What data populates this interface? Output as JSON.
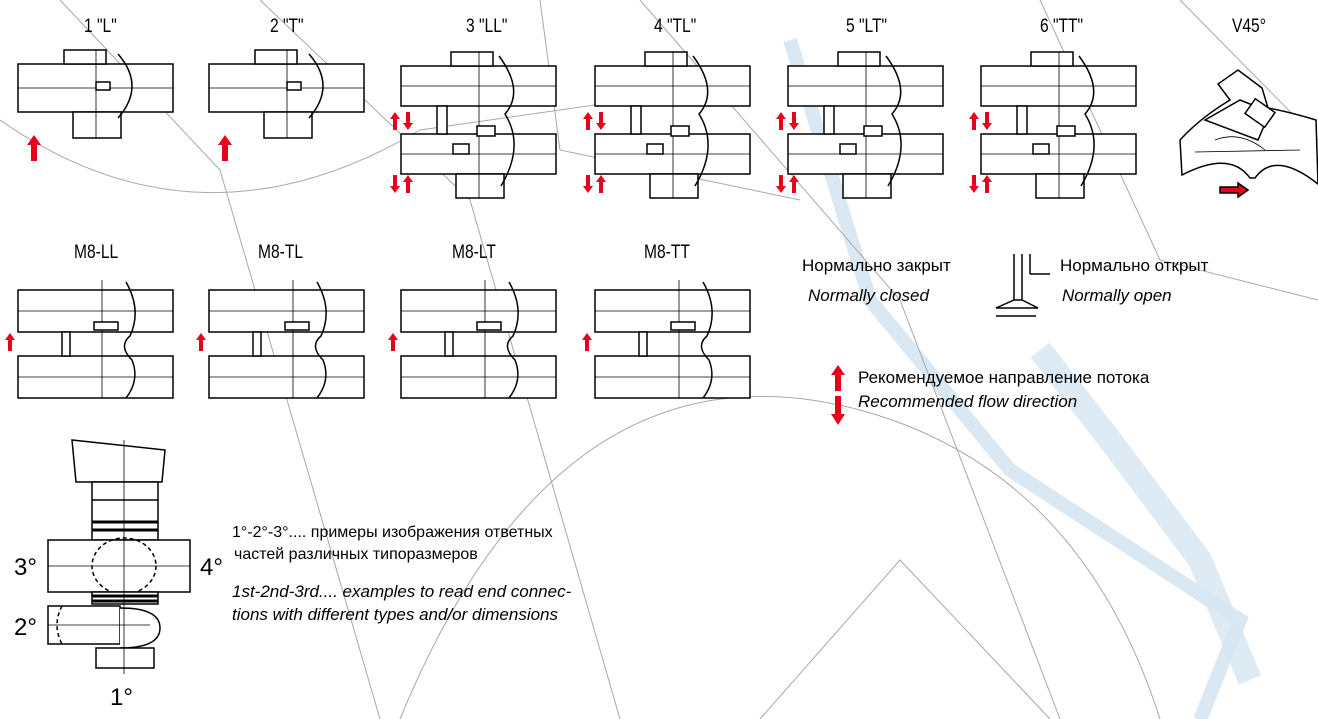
{
  "types_row1": [
    "1 \"L\"",
    "2 \"T\"",
    "3 \"LL\"",
    "4 \"TL\"",
    "5 \"LT\"",
    "6 \"TT\"",
    "V45°"
  ],
  "types_row2": [
    "M8-LL",
    "M8-TL",
    "M8-LT",
    "M8-TT"
  ],
  "legend": {
    "closed_ru": "Нормально закрыт",
    "closed_en": "Normally closed",
    "open_ru": "Нормально открыт",
    "open_en": "Normally open",
    "flow_ru": "Рекомендуемое направление потока",
    "flow_en": "Recommended flow direction"
  },
  "connections": {
    "labels": [
      "3°",
      "4°",
      "2°",
      "1°"
    ],
    "note_ru_1": "1°-2°-3°.... примеры изображения ответных",
    "note_ru_2": "частей различных типоразмеров",
    "note_en_1": "1st-2nd-3rd.... examples to read end connec-",
    "note_en_2": "tions with different types and/or dimensions"
  },
  "colors": {
    "arrow": "#e8001c",
    "watermark": "#d6e6f2",
    "line": "#000000"
  }
}
